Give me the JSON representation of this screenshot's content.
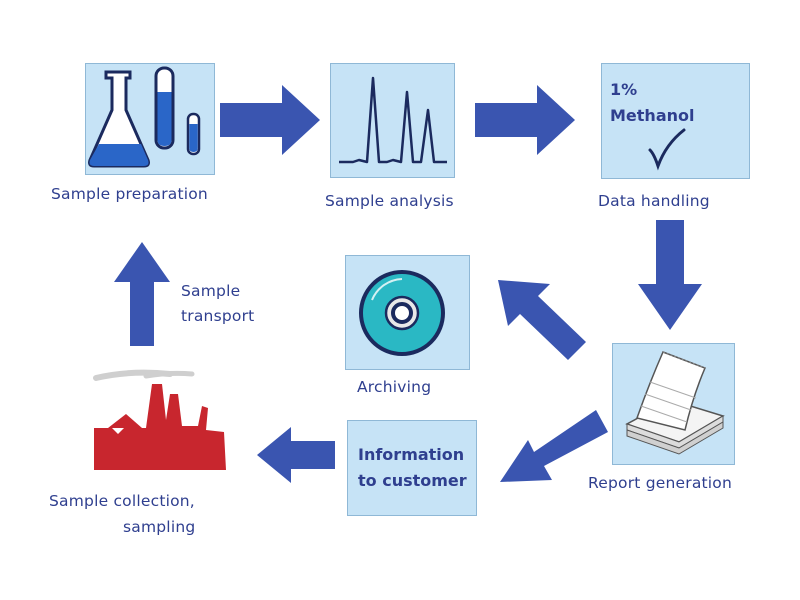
{
  "colors": {
    "box_fill": "#c6e3f6",
    "arrow": "#3a55b0",
    "text": "#2f3f8f",
    "factory": "#c8262e"
  },
  "nodes": {
    "sample_preparation": {
      "label": "Sample preparation",
      "icon": "lab-glassware-icon"
    },
    "sample_analysis": {
      "label": "Sample analysis",
      "icon": "chromatogram-icon"
    },
    "data_handling": {
      "label": "Data handling",
      "line1": "1%",
      "line2": "Methanol",
      "icon": "checkmark-icon"
    },
    "report_generation": {
      "label": "Report generation",
      "icon": "paper-stack-icon"
    },
    "archiving": {
      "label": "Archiving",
      "icon": "disc-icon"
    },
    "information": {
      "line1": "Information",
      "line2": "to customer"
    },
    "sample_collection": {
      "label_line1": "Sample collection,",
      "label_line2": "sampling",
      "icon": "factory-icon"
    },
    "sample_transport": {
      "label_line1": "Sample",
      "label_line2": "transport"
    }
  }
}
